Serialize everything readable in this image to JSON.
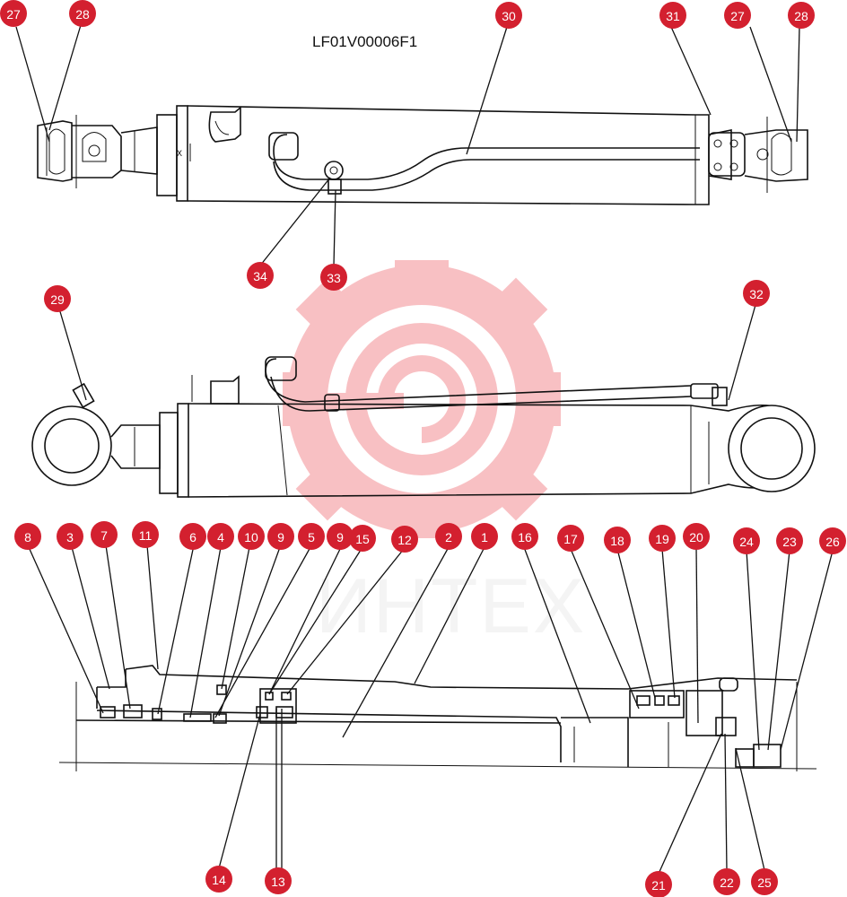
{
  "drawing_code": "LF01V00006F1",
  "watermark": {
    "text": "ИНТЕХ",
    "gear_color": "#e8202a"
  },
  "callout_color": "#d3202f",
  "callouts": [
    {
      "id": "c27a",
      "label": "27"
    },
    {
      "id": "c28a",
      "label": "28"
    },
    {
      "id": "c30",
      "label": "30"
    },
    {
      "id": "c31",
      "label": "31"
    },
    {
      "id": "c27b",
      "label": "27"
    },
    {
      "id": "c28b",
      "label": "28"
    },
    {
      "id": "c34",
      "label": "34"
    },
    {
      "id": "c33",
      "label": "33"
    },
    {
      "id": "c29",
      "label": "29"
    },
    {
      "id": "c32",
      "label": "32"
    },
    {
      "id": "c8",
      "label": "8"
    },
    {
      "id": "c3",
      "label": "3"
    },
    {
      "id": "c7",
      "label": "7"
    },
    {
      "id": "c11",
      "label": "11"
    },
    {
      "id": "c6",
      "label": "6"
    },
    {
      "id": "c4",
      "label": "4"
    },
    {
      "id": "c10",
      "label": "10"
    },
    {
      "id": "c9a",
      "label": "9"
    },
    {
      "id": "c5",
      "label": "5"
    },
    {
      "id": "c9b",
      "label": "9"
    },
    {
      "id": "c15",
      "label": "15"
    },
    {
      "id": "c12",
      "label": "12"
    },
    {
      "id": "c2",
      "label": "2"
    },
    {
      "id": "c1",
      "label": "1"
    },
    {
      "id": "c16",
      "label": "16"
    },
    {
      "id": "c17",
      "label": "17"
    },
    {
      "id": "c18",
      "label": "18"
    },
    {
      "id": "c19",
      "label": "19"
    },
    {
      "id": "c20",
      "label": "20"
    },
    {
      "id": "c24",
      "label": "24"
    },
    {
      "id": "c23",
      "label": "23"
    },
    {
      "id": "c26",
      "label": "26"
    },
    {
      "id": "c14",
      "label": "14"
    },
    {
      "id": "c13",
      "label": "13"
    },
    {
      "id": "c21",
      "label": "21"
    },
    {
      "id": "c22",
      "label": "22"
    },
    {
      "id": "c25",
      "label": "25"
    }
  ]
}
